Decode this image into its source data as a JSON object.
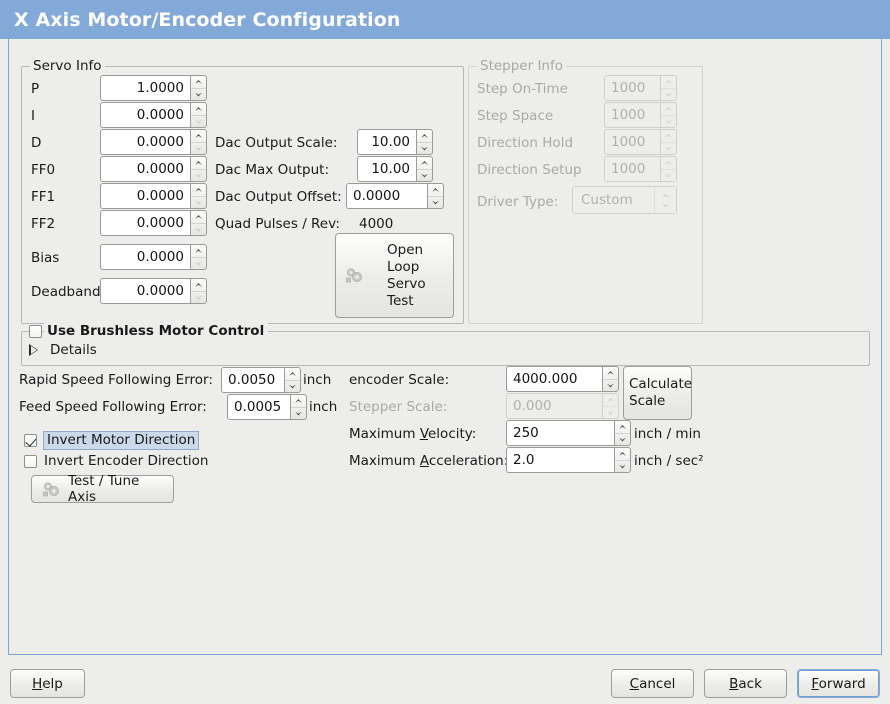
{
  "window": {
    "title": "X Axis Motor/Encoder Configuration",
    "titlebar_color": "#82a9d8",
    "panel_border_color": "#7fa3cf",
    "background_color": "#ededeb"
  },
  "servo_info": {
    "legend": "Servo Info",
    "rows": [
      {
        "label": "P",
        "value": "1.0000",
        "up_enabled": true,
        "down_enabled": true
      },
      {
        "label": "I",
        "value": "0.0000",
        "up_enabled": true,
        "down_enabled": false
      },
      {
        "label": "D",
        "value": "0.0000",
        "up_enabled": true,
        "down_enabled": false
      },
      {
        "label": "FF0",
        "value": "0.0000",
        "up_enabled": true,
        "down_enabled": false
      },
      {
        "label": "FF1",
        "value": "0.0000",
        "up_enabled": true,
        "down_enabled": false
      },
      {
        "label": "FF2",
        "value": "0.0000",
        "up_enabled": true,
        "down_enabled": false
      },
      {
        "label": "Bias",
        "value": "0.0000",
        "up_enabled": true,
        "down_enabled": false
      },
      {
        "label": "Deadband",
        "value": "0.0000",
        "up_enabled": true,
        "down_enabled": false
      }
    ],
    "dac_output_scale": {
      "label": "Dac Output Scale:",
      "value": "10.00"
    },
    "dac_max_output": {
      "label": "Dac Max Output:",
      "value": "10.00"
    },
    "dac_output_offset": {
      "label": "Dac Output Offset:",
      "value": "0.0000"
    },
    "quad_pulses_rev": {
      "label": "Quad Pulses / Rev:",
      "value": "4000"
    },
    "open_loop_button": {
      "label": "Open\nLoop\nServo\nTest",
      "icon": "gears-icon"
    }
  },
  "stepper_info": {
    "legend": "Stepper Info",
    "enabled": false,
    "rows": [
      {
        "label": "Step On-Time",
        "value": "1000"
      },
      {
        "label": "Step Space",
        "value": "1000"
      },
      {
        "label": "Direction Hold",
        "value": "1000"
      },
      {
        "label": "Direction Setup",
        "value": "1000"
      }
    ],
    "driver_type": {
      "label": "Driver Type:",
      "value": "Custom"
    }
  },
  "brushless": {
    "checkbox_label": "Use Brushless Motor Control",
    "checked": false,
    "details_label": "Details",
    "details_expanded": false
  },
  "tuning": {
    "rapid_following_error": {
      "label": "Rapid Speed Following Error:",
      "value": "0.0050",
      "unit": "inch"
    },
    "feed_following_error": {
      "label": "Feed Speed Following Error:",
      "value": "0.0005",
      "unit": "inch"
    },
    "invert_motor": {
      "label": "Invert Motor Direction",
      "checked": true,
      "focused": true
    },
    "invert_encoder": {
      "label": "Invert Encoder Direction",
      "checked": false,
      "focused": false
    },
    "test_tune_button": {
      "label": "Test / Tune Axis",
      "icon": "gears-icon"
    }
  },
  "scaling": {
    "encoder_scale": {
      "label": "encoder Scale:",
      "value": "4000.000",
      "enabled": true
    },
    "stepper_scale": {
      "label": "Stepper Scale:",
      "value": "0.000",
      "enabled": false
    },
    "max_velocity": {
      "label_pre": "Maximum ",
      "label_key": "V",
      "label_post": "elocity:",
      "value": "250",
      "unit": "inch / min"
    },
    "max_accel": {
      "label_pre": "Maximum ",
      "label_key": "A",
      "label_post": "cceleration:",
      "value": "2.0",
      "unit": "inch / sec²"
    },
    "calculate_button": {
      "line1": "Calculate",
      "line2": "Scale"
    }
  },
  "footer": {
    "help": {
      "key": "H",
      "rest": "elp"
    },
    "cancel": {
      "key": "C",
      "rest": "ancel"
    },
    "back": {
      "key": "B",
      "rest": "ack"
    },
    "forward": {
      "key": "F",
      "rest": "orward",
      "focused": true
    }
  }
}
